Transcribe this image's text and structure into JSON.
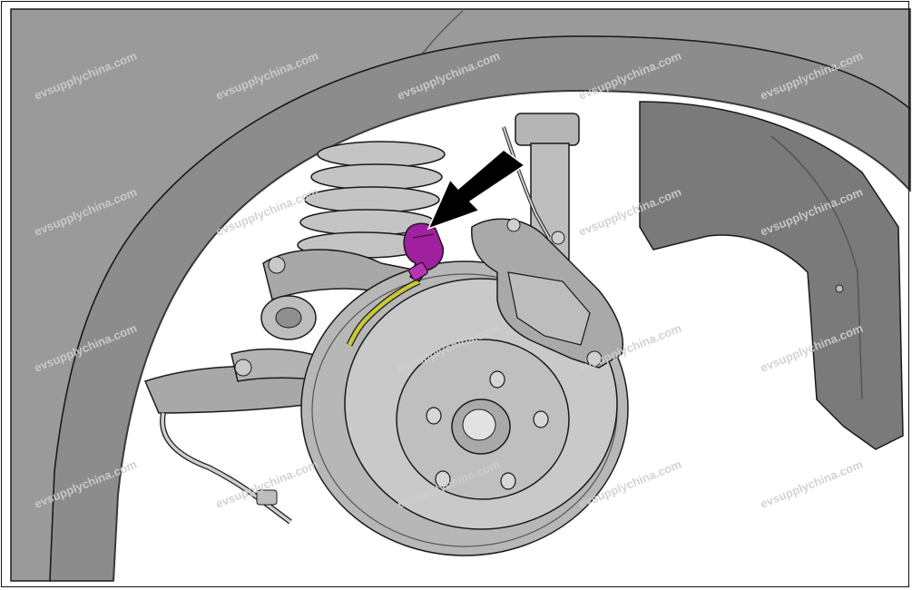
{
  "watermark": {
    "text": "evsupplychina.com"
  },
  "colors": {
    "background": "#ffffff",
    "body_panel": "#9a9a9a",
    "fender_lip": "#8c8c8c",
    "liner": "#7a7a7a",
    "metal_light": "#c9c9c9",
    "metal_mid": "#a8a8a8",
    "metal_dark": "#6e6e6e",
    "highlight_connector": "#a020a0",
    "highlight_wire": "#c8c83a",
    "arrow": "#000000",
    "outline": "#1a1a1a"
  },
  "callouts": [
    {
      "id": "connector-arrow",
      "points_to": "wheel-speed-sensor-connector"
    }
  ]
}
